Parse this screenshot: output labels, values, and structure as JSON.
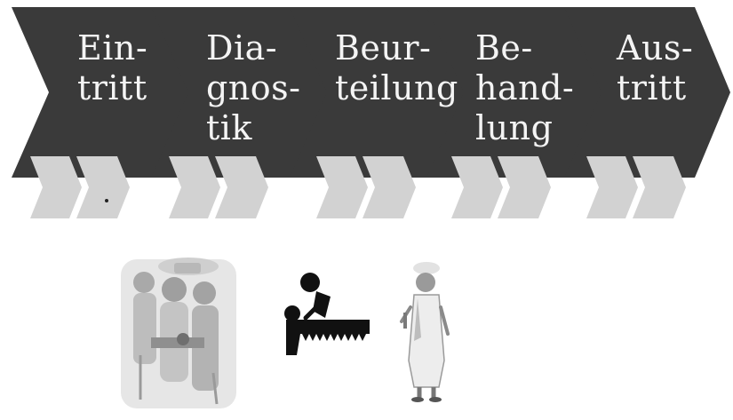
{
  "process": {
    "steps": [
      {
        "label": "Ein-\ntritt"
      },
      {
        "label": "Dia-\ngnos-\ntik"
      },
      {
        "label": "Beur-\nteilung"
      },
      {
        "label": "Be-\nhand-\nlung"
      },
      {
        "label": "Aus-\ntritt"
      }
    ]
  },
  "colors": {
    "chevron": "#3a3a3a",
    "sub_chevron": "#d2d2d2",
    "text": "#f4f4f4"
  },
  "illustrations": [
    {
      "icon": "surgery-team-clipart-icon"
    },
    {
      "icon": "patient-examination-pictogram-icon"
    },
    {
      "icon": "doctor-with-syringe-clipart-icon"
    }
  ]
}
